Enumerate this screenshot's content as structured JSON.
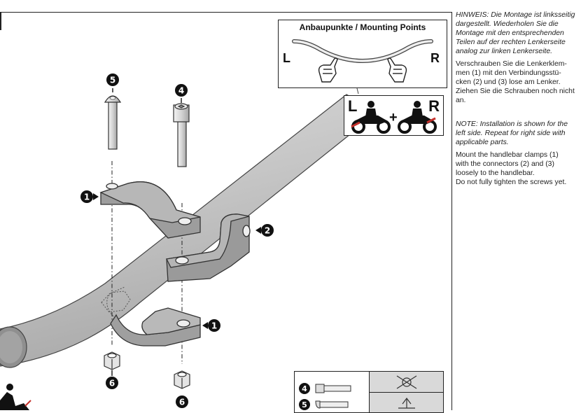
{
  "mounting_box": {
    "title": "Anbaupunkte / Mounting Points",
    "left_label": "L",
    "right_label": "R"
  },
  "bike_box": {
    "left_label": "L",
    "right_label": "R",
    "plus": "+"
  },
  "part_numbers": {
    "bolt_5": "5",
    "bolt_4": "4",
    "clamp_upper": "1",
    "connector": "2",
    "clamp_lower": "1",
    "nut_left": "6",
    "nut_right": "6",
    "torque_4": "4",
    "torque_5": "5"
  },
  "instructions": {
    "hinweis": "HINWEIS: Die Montage ist linksseitig\ndargestellt. Wiederholen Sie die\nMontage mit den entsprechenden\nTeilen auf der rechten Lenkerseite\nanalog zur linken Lenkerseite.",
    "de_step": "Verschrauben Sie die Lenkerklem-\nmen (1) mit den Verbindungsstü-\ncken (2) und (3) lose am Lenker.\nZiehen Sie die Schrauben noch nicht\nan.",
    "note": "NOTE: Installation is shown for the\nleft side. Repeat for right side with\napplicable parts.",
    "en_step": "Mount the handlebar clamps (1)\nwith the connectors (2) and (3)\nloosely to the handlebar.\nDo not fully tighten the screws yet."
  }
}
